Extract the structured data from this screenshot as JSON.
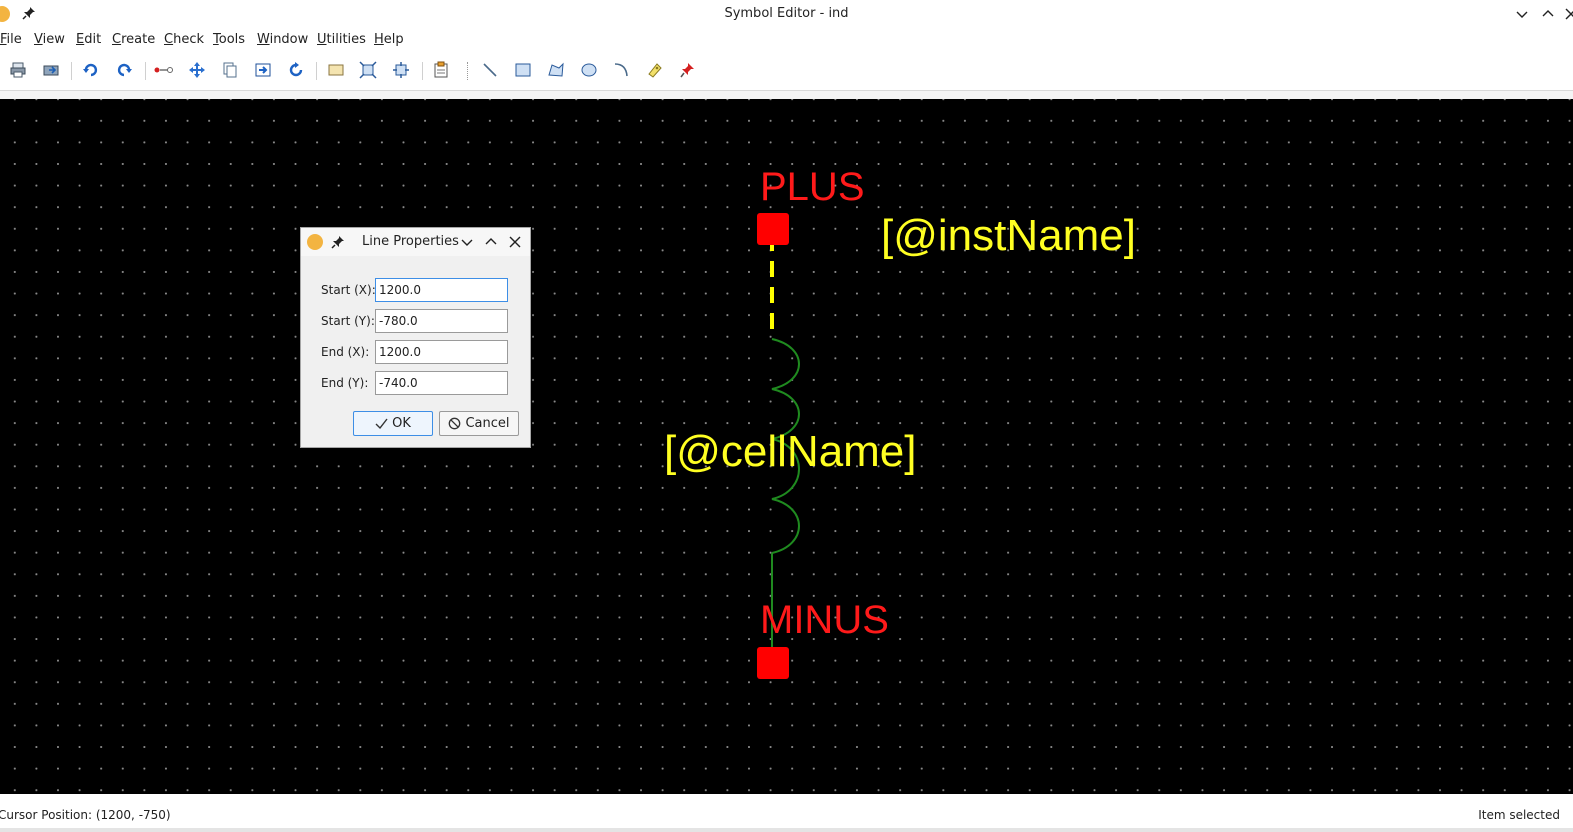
{
  "window": {
    "title": "Symbol Editor - ind"
  },
  "menu": [
    {
      "mnemonic": "F",
      "rest": "ile"
    },
    {
      "mnemonic": "V",
      "rest": "iew"
    },
    {
      "mnemonic": "E",
      "rest": "dit"
    },
    {
      "mnemonic": "C",
      "rest": "reate"
    },
    {
      "mnemonic": "C",
      "rest": "heck"
    },
    {
      "mnemonic": "T",
      "rest": "ools"
    },
    {
      "mnemonic": "W",
      "rest": "indow"
    },
    {
      "mnemonic": "U",
      "rest": "tilities"
    },
    {
      "mnemonic": "H",
      "rest": "elp"
    }
  ],
  "toolbar_icons": [
    "print-icon",
    "export-icon",
    "undo-icon",
    "redo-icon",
    "stretch-icon",
    "move-icon",
    "copy-icon",
    "move-by-icon",
    "rotate-icon",
    "select-area-icon",
    "fit-all-icon",
    "zoom-icon",
    "properties-icon",
    "line-icon",
    "rectangle-icon",
    "polygon-icon",
    "circle-icon",
    "arc-icon",
    "label-icon",
    "pin-icon"
  ],
  "canvas": {
    "pins": {
      "top": "PLUS",
      "bottom": "MINUS"
    },
    "labels": {
      "inst": "[@instName]",
      "cell": "[@cellName]"
    },
    "colors": {
      "pin": "#ff0000",
      "label": "#ffff22",
      "wire": "#1f8a1f",
      "selected": "#ffff00",
      "background": "#000000"
    }
  },
  "dialog": {
    "title": "Line Properties",
    "fields": [
      {
        "label": "Start (X):",
        "value": "1200.0"
      },
      {
        "label": "Start (Y):",
        "value": "-780.0"
      },
      {
        "label": "End (X):",
        "value": "1200.0"
      },
      {
        "label": "End (Y):",
        "value": "-740.0"
      }
    ],
    "ok_label": "OK",
    "cancel_label": "Cancel"
  },
  "status": {
    "cursor": "Cursor Position: (1200, -750)",
    "message": "Item selected"
  }
}
